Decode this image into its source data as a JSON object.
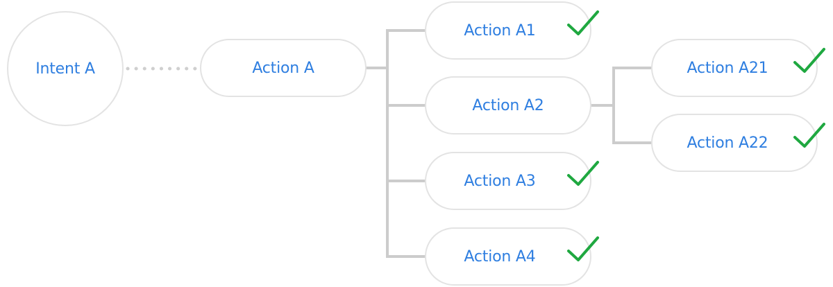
{
  "diagram": {
    "intent": {
      "label": "Intent A"
    },
    "root_action": {
      "label": "Action A"
    },
    "actions": [
      {
        "id": "a1",
        "label": "Action A1",
        "completed": true
      },
      {
        "id": "a2",
        "label": "Action A2",
        "completed": false
      },
      {
        "id": "a3",
        "label": "Action A3",
        "completed": true
      },
      {
        "id": "a4",
        "label": "Action A4",
        "completed": true
      }
    ],
    "sub_actions": [
      {
        "id": "a21",
        "label": "Action A21",
        "completed": true
      },
      {
        "id": "a22",
        "label": "Action A22",
        "completed": true
      }
    ]
  },
  "colors": {
    "label_text": "#2e7ee0",
    "node_border": "#e3e3e3",
    "connector": "#cccccc",
    "dotted_link": "#cfcfcf",
    "check": "#1fa840"
  },
  "icons": {
    "check": "check-icon"
  }
}
